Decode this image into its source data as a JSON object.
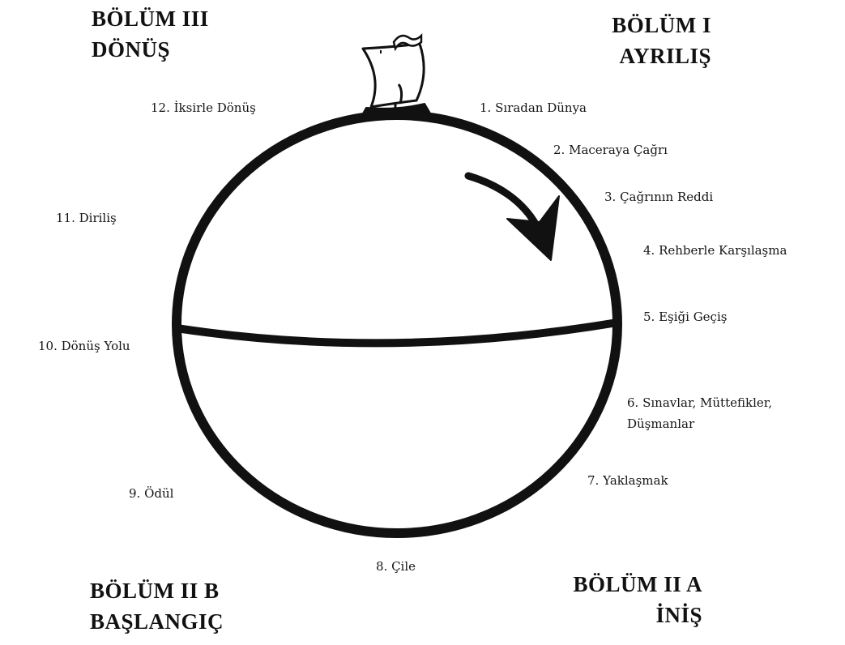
{
  "sections": {
    "part1": {
      "title": "BÖLÜM I",
      "subtitle": "AYRILIŞ"
    },
    "part2a": {
      "title": "BÖLÜM II A",
      "subtitle": "İNİŞ"
    },
    "part2b": {
      "title": "BÖLÜM II B",
      "subtitle": "BAŞLANGIÇ"
    },
    "part3": {
      "title": "BÖLÜM III",
      "subtitle": "DÖNÜŞ"
    }
  },
  "stages": [
    "1. Sıradan Dünya",
    "2. Maceraya Çağrı",
    "3. Çağrının Reddi",
    "4. Rehberle Karşılaşma",
    "5. Eşiği Geçiş",
    "6. Sınavlar, Müttefikler, Düşmanlar",
    "7. Yaklaşmak",
    "8. Çile",
    "9. Ödül",
    "10. Dönüş Yolu",
    "11. Diriliş",
    "12. İksirle Dönüş"
  ],
  "icons": {
    "ship": "sailing-ship-icon",
    "direction": "clockwise-arrow-icon"
  },
  "colors": {
    "ink": "#111111",
    "background": "#ffffff"
  }
}
